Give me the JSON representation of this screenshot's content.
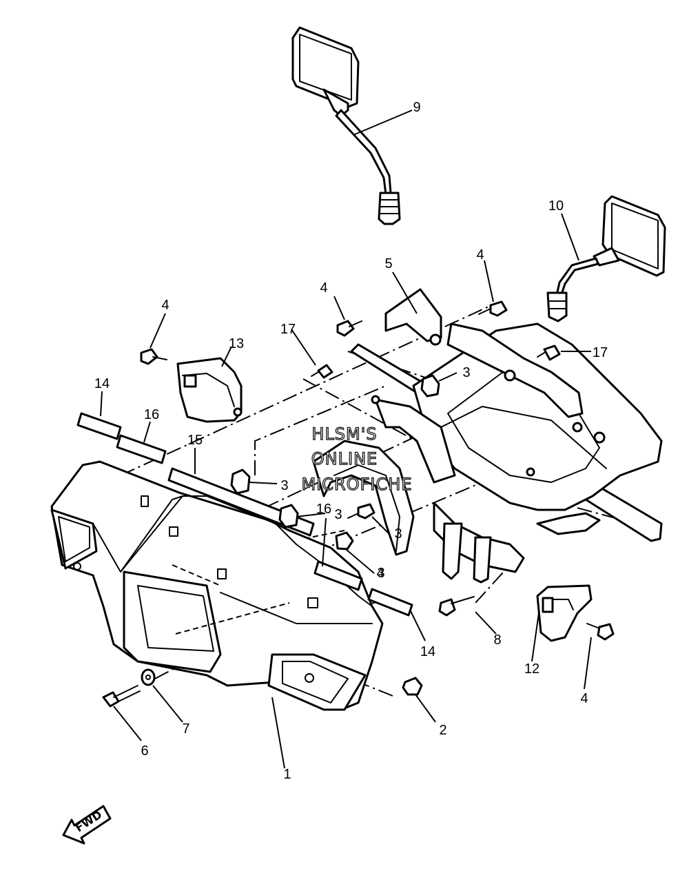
{
  "diagram": {
    "callouts": [
      "9",
      "10",
      "5",
      "4",
      "4",
      "4",
      "17",
      "17",
      "13",
      "14",
      "16",
      "15",
      "3",
      "3",
      "3",
      "3",
      "16",
      "4",
      "3",
      "14",
      "8",
      "12",
      "4",
      "2",
      "7",
      "6",
      "1"
    ],
    "watermark": {
      "line1": "HLSM'S",
      "line2": "ONLINE",
      "line3": "MICROFICHE"
    },
    "direction_arrow_label": "FWD"
  }
}
